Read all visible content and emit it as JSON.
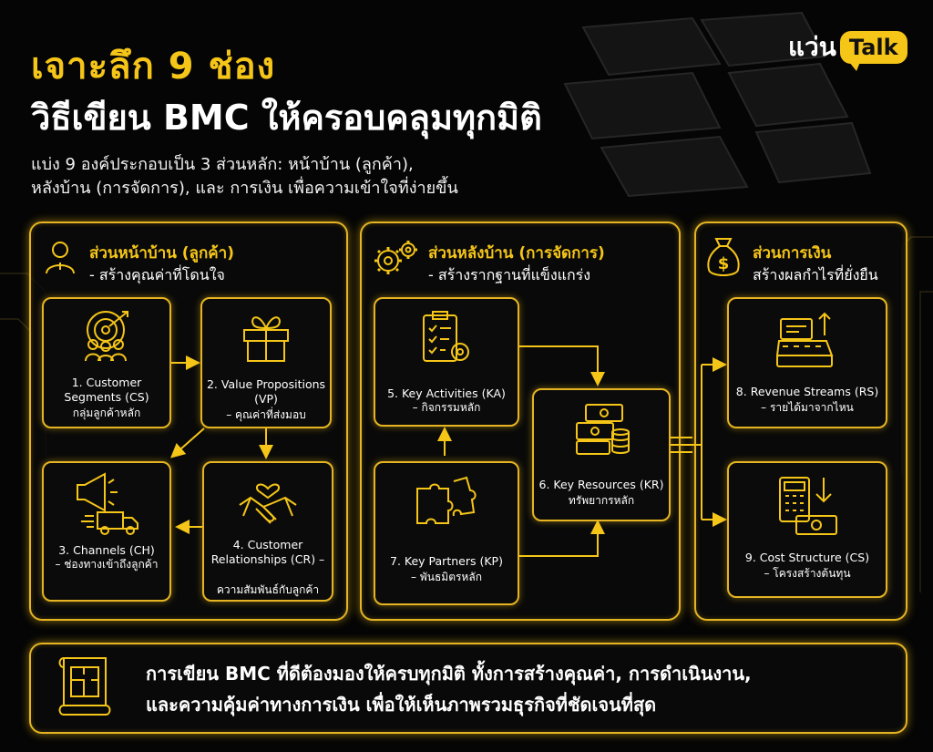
{
  "header": {
    "title_line1": "เจาะลึก 9 ช่อง",
    "title_line2": "วิธีเขียน BMC ให้ครอบคลุมทุกมิติ",
    "subtitle_line1": "แบ่ง 9 องค์ประกอบเป็น 3 ส่วนหลัก: หน้าบ้าน (ลูกค้า),",
    "subtitle_line2": "หลังบ้าน (การจัดการ), และ การเงิน เพื่อความเข้าใจที่ง่ายขึ้น"
  },
  "logo": {
    "text": "แว่น",
    "bubble": "Talk"
  },
  "sections": {
    "front": {
      "title": "ส่วนหน้าบ้าน (ลูกค้า)",
      "subtitle": "- สร้างคุณค่าที่โดนใจ"
    },
    "back": {
      "title": "ส่วนหลังบ้าน (การจัดการ)",
      "subtitle": "- สร้างรากฐานที่แข็งแกร่ง"
    },
    "finance": {
      "title": "ส่วนการเงิน",
      "subtitle": "สร้างผลกำไรที่ยั่งยืน"
    }
  },
  "blocks": {
    "cs": {
      "en": "1. Customer Segments (CS)",
      "th": "กลุ่มลูกค้าหลัก"
    },
    "vp": {
      "en": "2. Value Propositions (VP)",
      "th": "– คุณค่าที่ส่งมอบ"
    },
    "ch": {
      "en": "3. Channels (CH)",
      "th": "– ช่องทางเข้าถึงลูกค้า"
    },
    "cr": {
      "en": "4. Customer Relationships (CR) –",
      "th": "ความสัมพันธ์กับลูกค้า"
    },
    "ka": {
      "en": "5. Key Activities (KA)",
      "th": "– กิจกรรมหลัก"
    },
    "kr": {
      "en": "6. Key Resources (KR)",
      "th": "ทรัพยากรหลัก"
    },
    "kp": {
      "en": "7. Key Partners (KP)",
      "th": "– พันธมิตรหลัก"
    },
    "rs": {
      "en": "8. Revenue Streams (RS)",
      "th": "– รายได้มาจากไหน"
    },
    "cost": {
      "en": "9. Cost Structure (CS)",
      "th": "– โครงสร้างต้นทุน"
    }
  },
  "footer": {
    "line1": "การเขียน BMC ที่ดีต้องมองให้ครบทุกมิติ ทั้งการสร้างคุณค่า, การดำเนินงาน,",
    "line2": "และความคุ้มค่าทางการเงิน เพื่อให้เห็นภาพรวมธุรกิจที่ชัดเจนที่สุด"
  },
  "colors": {
    "accent": "#f5c518",
    "background": "#050505",
    "text": "#ffffff"
  }
}
